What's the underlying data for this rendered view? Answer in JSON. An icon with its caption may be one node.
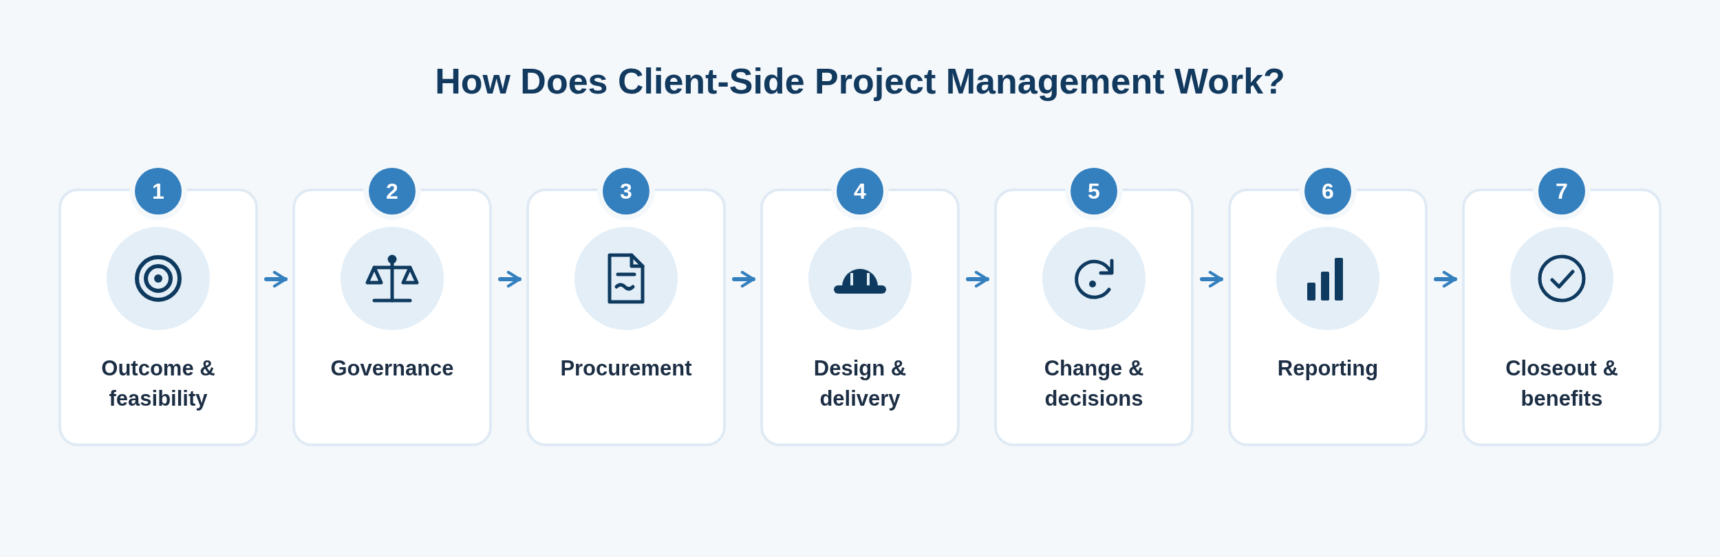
{
  "diagram": {
    "title": "How Does Client-Side Project Management Work?",
    "nodes": [
      {
        "text": [
          "1",
          "Outcome & feasibility"
        ]
      },
      {
        "text": [
          "2",
          "Governance"
        ]
      },
      {
        "text": [
          "3",
          "Procurement"
        ]
      },
      {
        "text": [
          "4",
          "Design & delivery"
        ]
      },
      {
        "text": [
          "5",
          "Change & decisions"
        ]
      },
      {
        "text": [
          "6",
          "Reporting"
        ]
      },
      {
        "text": [
          "7",
          "Closeout & benefits"
        ]
      }
    ],
    "edges": [
      {
        "from": 0,
        "to": 1,
        "arrow": "to"
      },
      {
        "from": 1,
        "to": 2,
        "arrow": "to"
      },
      {
        "from": 2,
        "to": 3,
        "arrow": "to"
      },
      {
        "from": 3,
        "to": 4,
        "arrow": "to"
      },
      {
        "from": 4,
        "to": 5,
        "arrow": "to"
      },
      {
        "from": 5,
        "to": 6,
        "arrow": "to"
      }
    ]
  }
}
